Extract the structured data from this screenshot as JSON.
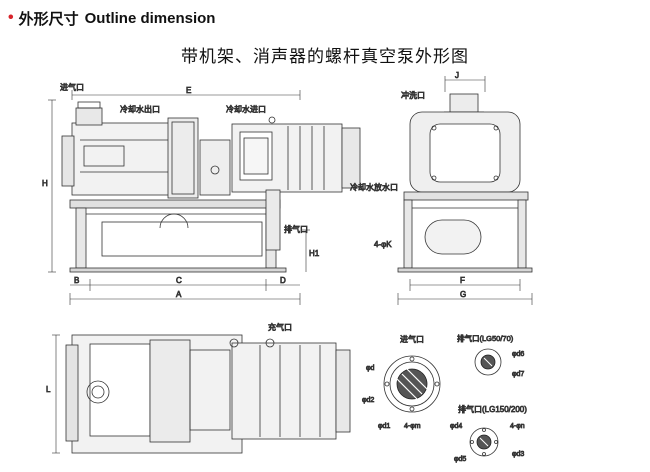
{
  "header": {
    "title_cn": "外形尺寸",
    "title_en": "Outline dimension",
    "accent_color": "#d8232a"
  },
  "diagram_title": "带机架、消声器的螺杆真空泵外形图",
  "side_view": {
    "labels": {
      "inlet": "进气口",
      "cooling_out": "冷却水出口",
      "cooling_in": "冷却水进口",
      "exhaust": "排气口"
    },
    "dims": {
      "E": "E",
      "H": "H",
      "H1": "H1",
      "B": "B",
      "C": "C",
      "D": "D",
      "A": "A"
    }
  },
  "front_view": {
    "labels": {
      "flush": "冲洗口",
      "drain": "冷却水放水口",
      "holes": "4-φK"
    },
    "dims": {
      "J": "J",
      "F": "F",
      "G": "G"
    }
  },
  "top_view": {
    "labels": {
      "exhaust": "充气口"
    },
    "dims": {
      "L": "L"
    }
  },
  "flanges": {
    "inlet": {
      "title": "进气口",
      "labels": {
        "phi_d": "φd",
        "phi_d2": "φd2",
        "phi_d1": "φd1",
        "holes": "4-φm"
      }
    },
    "exhaust_small": {
      "title": "排气口(LG50/70)",
      "labels": {
        "phi_d6": "φd6",
        "phi_d7": "φd7"
      }
    },
    "exhaust_large": {
      "title": "排气口(LG150/200)",
      "labels": {
        "phi_d4": "φd4",
        "holes": "4-φn",
        "phi_d5": "φd5",
        "phi_d3": "φd3"
      }
    }
  }
}
